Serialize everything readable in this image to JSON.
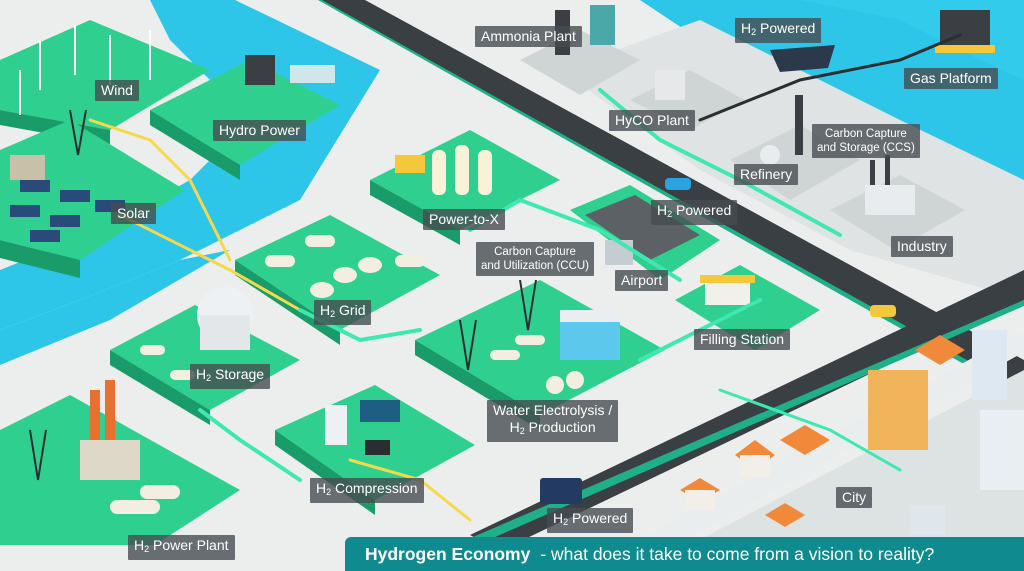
{
  "labels": {
    "wind": "Wind",
    "hydro": "Hydro Power",
    "solar": "Solar",
    "ammonia": "Ammonia Plant",
    "hyco": "HyCO Plant",
    "ship_h2": "H",
    "ship_sub": "2",
    "ship_powered": " Powered",
    "gas_platform": "Gas Platform",
    "ccs_line1": "Carbon Capture",
    "ccs_line2": "and Storage (CCS)",
    "refinery": "Refinery",
    "industry": "Industry",
    "power_to_x": "Power-to-X",
    "car_h2": "H",
    "car_sub": "2",
    "car_powered": " Powered",
    "ccu_line1": "Carbon Capture",
    "ccu_line2": "and Utilization (CCU)",
    "airport": "Airport",
    "h2grid_h": "H",
    "h2grid_sub": "2",
    "h2grid_rest": " Grid",
    "filling_station": "Filling Station",
    "storage_h": "H",
    "storage_sub": "2",
    "storage_rest": " Storage",
    "electrolysis_line1": "Water Electrolysis /",
    "electrolysis_h": "H",
    "electrolysis_sub": "2",
    "electrolysis_rest": " Production",
    "compression_h": "H",
    "compression_sub": "2",
    "compression_rest": " Compression",
    "city": "City",
    "truck_h": "H",
    "truck_sub": "2",
    "truck_rest": " Powered",
    "powerplant_h": "H",
    "powerplant_sub": "2",
    "powerplant_rest": " Power Plant"
  },
  "banner": {
    "title": "Hydrogen Economy",
    "subtitle": "- what does it take to come from a vision to reality?"
  },
  "colors": {
    "water": "#2ec6e8",
    "ground": "#e7eaea",
    "green": "#2fd08f",
    "green_dark": "#1a9c6a",
    "road": "#3a3f44",
    "road_edge": "#1fb08a",
    "pipe_h2": "#3ee8b0",
    "pipe_power": "#f5d94a",
    "banner": "#0f8a8e"
  }
}
